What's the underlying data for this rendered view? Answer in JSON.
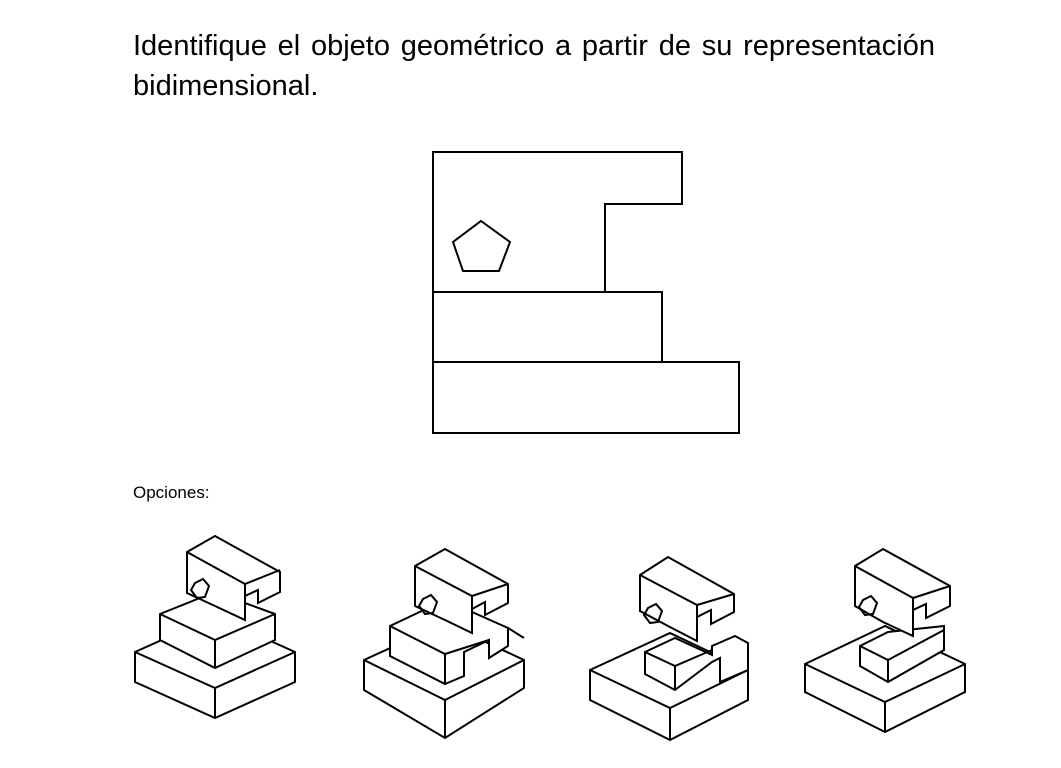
{
  "question": {
    "text": "Identifique el objeto geométrico a partir de su representación bidimensional."
  },
  "options": {
    "label": "Opciones:",
    "items": [
      {
        "name": "option-1"
      },
      {
        "name": "option-2"
      },
      {
        "name": "option-3"
      },
      {
        "name": "option-4"
      }
    ]
  },
  "colors": {
    "line": "#000000",
    "background": "#ffffff"
  }
}
